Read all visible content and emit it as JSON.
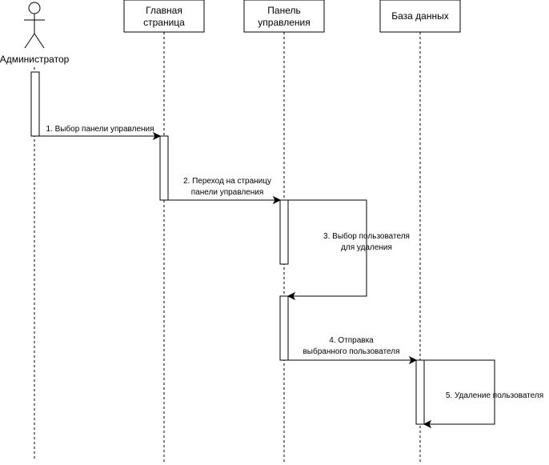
{
  "participants": {
    "admin": {
      "label": "Администратор"
    },
    "main_page": {
      "line1": "Главная",
      "line2": "страница"
    },
    "control_panel": {
      "line1": "Панель",
      "line2": "управления"
    },
    "database": {
      "label": "База данных"
    }
  },
  "messages": [
    {
      "lines": [
        "1. Выбор панели управления"
      ]
    },
    {
      "lines": [
        "2. Переход на страницу",
        "панели управления"
      ]
    },
    {
      "lines": [
        "3. Выбор пользователя",
        "для удаления"
      ]
    },
    {
      "lines": [
        "4. Отправка",
        "выбранного пользователя"
      ]
    },
    {
      "lines": [
        "5. Удаление пользователя"
      ]
    }
  ]
}
